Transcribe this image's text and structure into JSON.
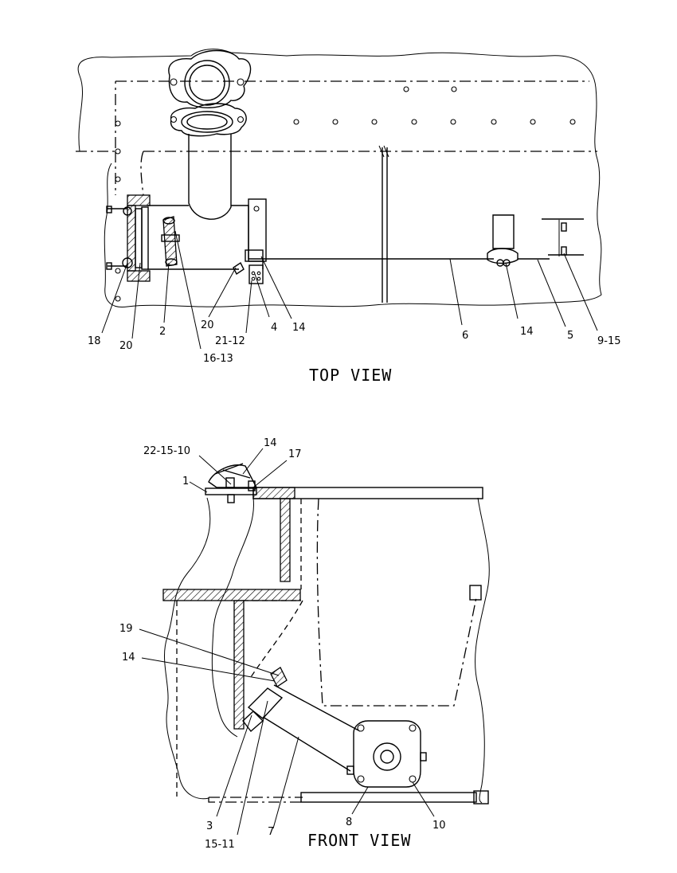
{
  "views": {
    "top": {
      "title": "TOP VIEW",
      "callouts": [
        "18",
        "20",
        "2",
        "16-13",
        "20",
        "21-12",
        "4",
        "14",
        "6",
        "14",
        "5",
        "9-15"
      ]
    },
    "front": {
      "title": "FRONT VIEW",
      "callouts": [
        "22-15-10",
        "14",
        "17",
        "1",
        "19",
        "14",
        "3",
        "15-11",
        "7",
        "8",
        "10"
      ]
    }
  }
}
